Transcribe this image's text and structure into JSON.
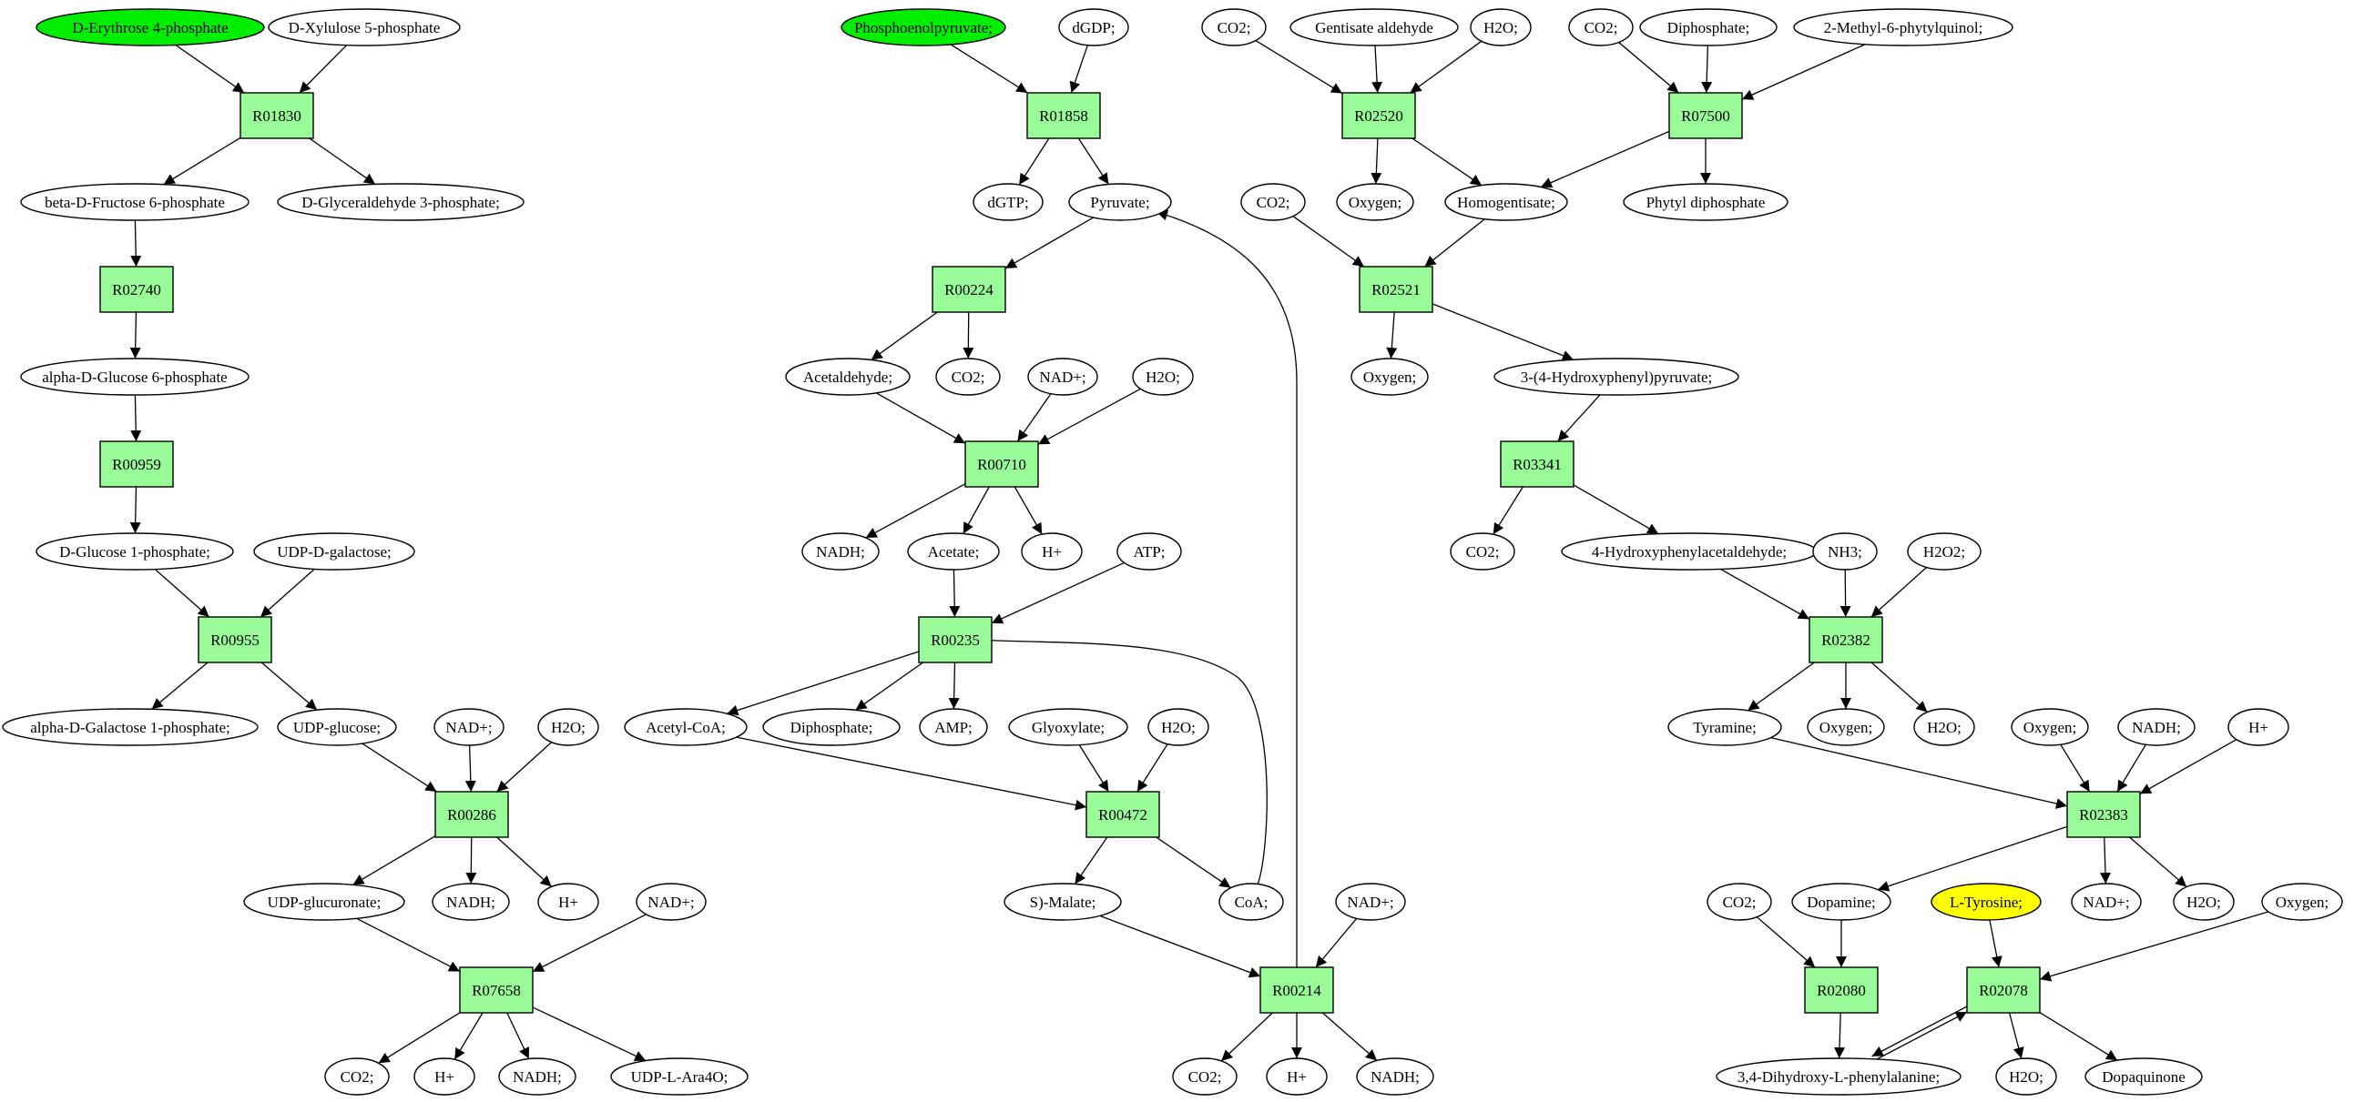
{
  "colors": {
    "reaction": "#98fb98",
    "compound": "#ffffff",
    "highlight_green": "#00ee00",
    "highlight_yellow": "#ffff00",
    "stroke": "#000000"
  },
  "nodes": [
    {
      "id": "c_e4p",
      "label": "D-Erythrose 4-phosphate",
      "kind": "compound",
      "fill": "#00ee00"
    },
    {
      "id": "c_x5p",
      "label": "D-Xylulose 5-phosphate",
      "kind": "compound"
    },
    {
      "id": "r01830",
      "label": "R01830",
      "kind": "reaction"
    },
    {
      "id": "c_bf6p",
      "label": "beta-D-Fructose 6-phosphate",
      "kind": "compound"
    },
    {
      "id": "c_g3p",
      "label": "D-Glyceraldehyde 3-phosphate;",
      "kind": "compound"
    },
    {
      "id": "r02740",
      "label": "R02740",
      "kind": "reaction"
    },
    {
      "id": "c_ag6p",
      "label": "alpha-D-Glucose 6-phosphate",
      "kind": "compound"
    },
    {
      "id": "r00959",
      "label": "R00959",
      "kind": "reaction"
    },
    {
      "id": "c_g1p",
      "label": "D-Glucose 1-phosphate;",
      "kind": "compound"
    },
    {
      "id": "c_udpgal",
      "label": "UDP-D-galactose;",
      "kind": "compound"
    },
    {
      "id": "r00955",
      "label": "R00955",
      "kind": "reaction"
    },
    {
      "id": "c_agal1p",
      "label": "alpha-D-Galactose 1-phosphate;",
      "kind": "compound"
    },
    {
      "id": "c_udpglc",
      "label": "UDP-glucose;",
      "kind": "compound"
    },
    {
      "id": "c_nad_a",
      "label": "NAD+;",
      "kind": "compound"
    },
    {
      "id": "c_h2o_a",
      "label": "H2O;",
      "kind": "compound"
    },
    {
      "id": "r00286",
      "label": "R00286",
      "kind": "reaction"
    },
    {
      "id": "c_udpglcu",
      "label": "UDP-glucuronate;",
      "kind": "compound"
    },
    {
      "id": "c_nadh_a",
      "label": "NADH;",
      "kind": "compound"
    },
    {
      "id": "c_hp_a",
      "label": "H+",
      "kind": "compound"
    },
    {
      "id": "c_nad_b",
      "label": "NAD+;",
      "kind": "compound"
    },
    {
      "id": "r07658",
      "label": "R07658",
      "kind": "reaction"
    },
    {
      "id": "c_co2_a",
      "label": "CO2;",
      "kind": "compound"
    },
    {
      "id": "c_hp_b",
      "label": "H+",
      "kind": "compound"
    },
    {
      "id": "c_nadh_b",
      "label": "NADH;",
      "kind": "compound"
    },
    {
      "id": "c_udpara",
      "label": "UDP-L-Ara4O;",
      "kind": "compound"
    },
    {
      "id": "c_pep",
      "label": "Phosphoenolpyruvate;",
      "kind": "compound",
      "fill": "#00ee00"
    },
    {
      "id": "c_dgdp",
      "label": "dGDP;",
      "kind": "compound"
    },
    {
      "id": "r01858",
      "label": "R01858",
      "kind": "reaction"
    },
    {
      "id": "c_dgtp",
      "label": "dGTP;",
      "kind": "compound"
    },
    {
      "id": "c_pyr",
      "label": "Pyruvate;",
      "kind": "compound"
    },
    {
      "id": "r00224",
      "label": "R00224",
      "kind": "reaction"
    },
    {
      "id": "c_acald",
      "label": "Acetaldehyde;",
      "kind": "compound"
    },
    {
      "id": "c_co2_b",
      "label": "CO2;",
      "kind": "compound"
    },
    {
      "id": "c_nad_c",
      "label": "NAD+;",
      "kind": "compound"
    },
    {
      "id": "c_h2o_b",
      "label": "H2O;",
      "kind": "compound"
    },
    {
      "id": "r00710",
      "label": "R00710",
      "kind": "reaction"
    },
    {
      "id": "c_nadh_c",
      "label": "NADH;",
      "kind": "compound"
    },
    {
      "id": "c_acet",
      "label": "Acetate;",
      "kind": "compound"
    },
    {
      "id": "c_hp_c",
      "label": "H+",
      "kind": "compound"
    },
    {
      "id": "c_atp",
      "label": "ATP;",
      "kind": "compound"
    },
    {
      "id": "r00235",
      "label": "R00235",
      "kind": "reaction"
    },
    {
      "id": "c_accoa",
      "label": "Acetyl-CoA;",
      "kind": "compound"
    },
    {
      "id": "c_ppi_a",
      "label": "Diphosphate;",
      "kind": "compound"
    },
    {
      "id": "c_amp",
      "label": "AMP;",
      "kind": "compound"
    },
    {
      "id": "c_glx",
      "label": "Glyoxylate;",
      "kind": "compound"
    },
    {
      "id": "c_h2o_c",
      "label": "H2O;",
      "kind": "compound"
    },
    {
      "id": "r00472",
      "label": "R00472",
      "kind": "reaction"
    },
    {
      "id": "c_mal",
      "label": "S)-Malate;",
      "kind": "compound"
    },
    {
      "id": "c_coa",
      "label": "CoA;",
      "kind": "compound"
    },
    {
      "id": "c_nad_d",
      "label": "NAD+;",
      "kind": "compound"
    },
    {
      "id": "r00214",
      "label": "R00214",
      "kind": "reaction"
    },
    {
      "id": "c_co2_c",
      "label": "CO2;",
      "kind": "compound"
    },
    {
      "id": "c_hp_d",
      "label": "H+",
      "kind": "compound"
    },
    {
      "id": "c_nadh_d",
      "label": "NADH;",
      "kind": "compound"
    },
    {
      "id": "c_co2_d",
      "label": "CO2;",
      "kind": "compound"
    },
    {
      "id": "c_gentald",
      "label": "Gentisate aldehyde",
      "kind": "compound"
    },
    {
      "id": "c_h2o_d",
      "label": "H2O;",
      "kind": "compound"
    },
    {
      "id": "r02520",
      "label": "R02520",
      "kind": "reaction"
    },
    {
      "id": "c_o2_a",
      "label": "Oxygen;",
      "kind": "compound"
    },
    {
      "id": "c_homog",
      "label": "Homogentisate;",
      "kind": "compound"
    },
    {
      "id": "c_co2_e",
      "label": "CO2;",
      "kind": "compound"
    },
    {
      "id": "c_ppi_b",
      "label": "Diphosphate;",
      "kind": "compound"
    },
    {
      "id": "c_mpq",
      "label": "2-Methyl-6-phytylquinol;",
      "kind": "compound"
    },
    {
      "id": "r07500",
      "label": "R07500",
      "kind": "reaction"
    },
    {
      "id": "c_phytpp",
      "label": "Phytyl diphosphate",
      "kind": "compound"
    },
    {
      "id": "c_co2_f",
      "label": "CO2;",
      "kind": "compound"
    },
    {
      "id": "r02521",
      "label": "R02521",
      "kind": "reaction"
    },
    {
      "id": "c_o2_b",
      "label": "Oxygen;",
      "kind": "compound"
    },
    {
      "id": "c_hpp",
      "label": "3-(4-Hydroxyphenyl)pyruvate;",
      "kind": "compound"
    },
    {
      "id": "r03341",
      "label": "R03341",
      "kind": "reaction"
    },
    {
      "id": "c_co2_g",
      "label": "CO2;",
      "kind": "compound"
    },
    {
      "id": "c_hpa",
      "label": "4-Hydroxyphenylacetaldehyde;",
      "kind": "compound"
    },
    {
      "id": "c_nh3",
      "label": "NH3;",
      "kind": "compound"
    },
    {
      "id": "c_h2o2",
      "label": "H2O2;",
      "kind": "compound"
    },
    {
      "id": "r02382",
      "label": "R02382",
      "kind": "reaction"
    },
    {
      "id": "c_tyra",
      "label": "Tyramine;",
      "kind": "compound"
    },
    {
      "id": "c_o2_c",
      "label": "Oxygen;",
      "kind": "compound"
    },
    {
      "id": "c_h2o_e",
      "label": "H2O;",
      "kind": "compound"
    },
    {
      "id": "c_o2_d",
      "label": "Oxygen;",
      "kind": "compound"
    },
    {
      "id": "c_nadh_e",
      "label": "NADH;",
      "kind": "compound"
    },
    {
      "id": "c_hp_e",
      "label": "H+",
      "kind": "compound"
    },
    {
      "id": "r02383",
      "label": "R02383",
      "kind": "reaction"
    },
    {
      "id": "c_dopa",
      "label": "Dopamine;",
      "kind": "compound"
    },
    {
      "id": "c_nad_e",
      "label": "NAD+;",
      "kind": "compound"
    },
    {
      "id": "c_h2o_f",
      "label": "H2O;",
      "kind": "compound"
    },
    {
      "id": "c_co2_h",
      "label": "CO2;",
      "kind": "compound"
    },
    {
      "id": "c_tyr",
      "label": "L-Tyrosine;",
      "kind": "compound",
      "fill": "#ffff00"
    },
    {
      "id": "c_o2_e",
      "label": "Oxygen;",
      "kind": "compound"
    },
    {
      "id": "r02080",
      "label": "R02080",
      "kind": "reaction"
    },
    {
      "id": "r02078",
      "label": "R02078",
      "kind": "reaction"
    },
    {
      "id": "c_ldopa",
      "label": "3,4-Dihydroxy-L-phenylalanine;",
      "kind": "compound"
    },
    {
      "id": "c_h2o_g",
      "label": "H2O;",
      "kind": "compound"
    },
    {
      "id": "c_dopaq",
      "label": "Dopaquinone",
      "kind": "compound"
    }
  ],
  "edges": [
    [
      "c_e4p",
      "r01830"
    ],
    [
      "c_x5p",
      "r01830"
    ],
    [
      "r01830",
      "c_bf6p"
    ],
    [
      "r01830",
      "c_g3p"
    ],
    [
      "c_bf6p",
      "r02740"
    ],
    [
      "r02740",
      "c_ag6p"
    ],
    [
      "c_ag6p",
      "r00959"
    ],
    [
      "r00959",
      "c_g1p"
    ],
    [
      "c_g1p",
      "r00955"
    ],
    [
      "c_udpgal",
      "r00955"
    ],
    [
      "r00955",
      "c_agal1p"
    ],
    [
      "r00955",
      "c_udpglc"
    ],
    [
      "c_udpglc",
      "r00286"
    ],
    [
      "c_nad_a",
      "r00286"
    ],
    [
      "c_h2o_a",
      "r00286"
    ],
    [
      "r00286",
      "c_udpglcu"
    ],
    [
      "r00286",
      "c_nadh_a"
    ],
    [
      "r00286",
      "c_hp_a"
    ],
    [
      "c_udpglcu",
      "r07658"
    ],
    [
      "c_nad_b",
      "r07658"
    ],
    [
      "r07658",
      "c_co2_a"
    ],
    [
      "r07658",
      "c_hp_b"
    ],
    [
      "r07658",
      "c_nadh_b"
    ],
    [
      "r07658",
      "c_udpara"
    ],
    [
      "c_pep",
      "r01858"
    ],
    [
      "c_dgdp",
      "r01858"
    ],
    [
      "r01858",
      "c_dgtp"
    ],
    [
      "r01858",
      "c_pyr"
    ],
    [
      "c_pyr",
      "r00224"
    ],
    [
      "r00224",
      "c_acald"
    ],
    [
      "r00224",
      "c_co2_b"
    ],
    [
      "c_acald",
      "r00710"
    ],
    [
      "c_nad_c",
      "r00710"
    ],
    [
      "c_h2o_b",
      "r00710"
    ],
    [
      "r00710",
      "c_nadh_c"
    ],
    [
      "r00710",
      "c_acet"
    ],
    [
      "r00710",
      "c_hp_c"
    ],
    [
      "c_acet",
      "r00235"
    ],
    [
      "c_atp",
      "r00235"
    ],
    [
      "r00235",
      "c_accoa"
    ],
    [
      "r00235",
      "c_ppi_a"
    ],
    [
      "r00235",
      "c_amp"
    ],
    [
      "c_accoa",
      "r00472"
    ],
    [
      "c_glx",
      "r00472"
    ],
    [
      "c_h2o_c",
      "r00472"
    ],
    [
      "r00472",
      "c_mal"
    ],
    [
      "r00472",
      "c_coa"
    ],
    [
      "c_coa",
      "r00235",
      "curve1"
    ],
    [
      "c_mal",
      "r00214"
    ],
    [
      "c_nad_d",
      "r00214"
    ],
    [
      "r00214",
      "c_co2_c"
    ],
    [
      "r00214",
      "c_hp_d"
    ],
    [
      "r00214",
      "c_nadh_d"
    ],
    [
      "r00214",
      "c_pyr",
      "curve2"
    ],
    [
      "c_co2_d",
      "r02520"
    ],
    [
      "c_gentald",
      "r02520"
    ],
    [
      "c_h2o_d",
      "r02520"
    ],
    [
      "r02520",
      "c_o2_a"
    ],
    [
      "r02520",
      "c_homog"
    ],
    [
      "c_co2_e",
      "r07500"
    ],
    [
      "c_ppi_b",
      "r07500"
    ],
    [
      "c_mpq",
      "r07500"
    ],
    [
      "r07500",
      "c_homog"
    ],
    [
      "r07500",
      "c_phytpp"
    ],
    [
      "c_co2_f",
      "r02521"
    ],
    [
      "c_homog",
      "r02521"
    ],
    [
      "r02521",
      "c_o2_b"
    ],
    [
      "r02521",
      "c_hpp"
    ],
    [
      "c_hpp",
      "r03341"
    ],
    [
      "r03341",
      "c_co2_g"
    ],
    [
      "r03341",
      "c_hpa"
    ],
    [
      "c_hpa",
      "r02382"
    ],
    [
      "c_nh3",
      "r02382"
    ],
    [
      "c_h2o2",
      "r02382"
    ],
    [
      "r02382",
      "c_tyra"
    ],
    [
      "r02382",
      "c_o2_c"
    ],
    [
      "r02382",
      "c_h2o_e"
    ],
    [
      "c_tyra",
      "r02383"
    ],
    [
      "c_o2_d",
      "r02383"
    ],
    [
      "c_nadh_e",
      "r02383"
    ],
    [
      "c_hp_e",
      "r02383"
    ],
    [
      "r02383",
      "c_dopa"
    ],
    [
      "r02383",
      "c_nad_e"
    ],
    [
      "r02383",
      "c_h2o_f"
    ],
    [
      "c_co2_h",
      "r02080"
    ],
    [
      "c_dopa",
      "r02080"
    ],
    [
      "r02080",
      "c_ldopa"
    ],
    [
      "c_tyr",
      "r02078"
    ],
    [
      "c_o2_e",
      "r02078"
    ],
    [
      "r02078",
      "c_ldopa",
      "offA"
    ],
    [
      "c_ldopa",
      "r02078",
      "offB"
    ],
    [
      "r02078",
      "c_h2o_g"
    ],
    [
      "r02078",
      "c_dopaq"
    ]
  ]
}
